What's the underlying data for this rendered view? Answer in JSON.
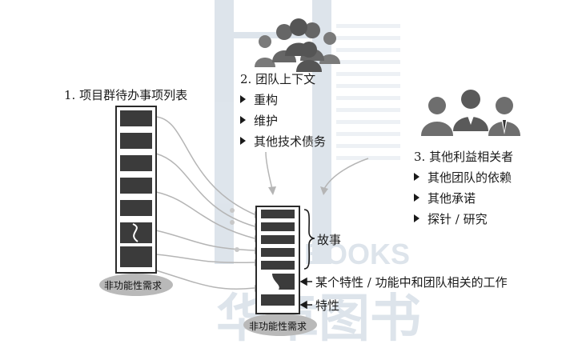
{
  "backlog_title": "1. 项目群待办事项列表",
  "team_context": {
    "title": "2. 团队上下文",
    "items": [
      "重构",
      "维护",
      "其他技术债务"
    ]
  },
  "stakeholders": {
    "title": "3. 其他利益相关者",
    "items": [
      "其他团队的依赖",
      "其他承诺",
      "探针 / 研究"
    ]
  },
  "nfr_label": "非功能性需求",
  "stories_label": "故事",
  "partial_feature_label": "某个特性 / 功能中和团队相关的工作",
  "feature_label": "特性",
  "watermark_brand": "BOOKS",
  "watermark_cn": "华章图书"
}
